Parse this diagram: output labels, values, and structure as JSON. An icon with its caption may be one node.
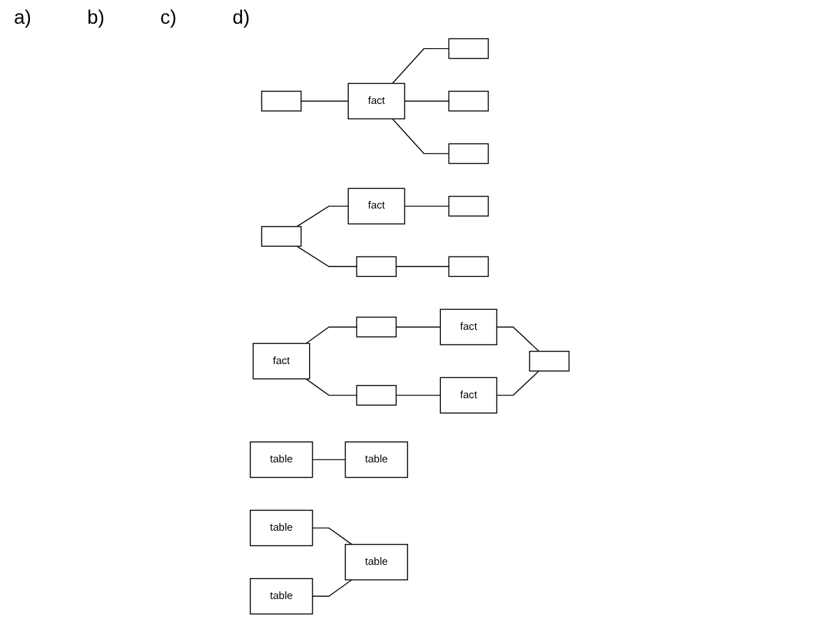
{
  "diagram": {
    "nodes": [
      {
        "text": [],
        "shape": "box"
      },
      {
        "text": [
          "fact"
        ]
      },
      {
        "text": [],
        "shape": "box"
      },
      {
        "text": [],
        "shape": "box"
      },
      {
        "text": [],
        "shape": "box"
      },
      {
        "text": [],
        "shape": "box"
      },
      {
        "text": [
          "fact"
        ]
      },
      {
        "text": [],
        "shape": "box"
      },
      {
        "text": [],
        "shape": "box"
      },
      {
        "text": [],
        "shape": "box"
      },
      {
        "text": [
          "fact"
        ]
      },
      {
        "text": [],
        "shape": "box"
      },
      {
        "text": [
          "fact"
        ]
      },
      {
        "text": [],
        "shape": "box"
      },
      {
        "text": [
          "fact"
        ]
      },
      {
        "text": [],
        "shape": "box"
      },
      {
        "text": [
          "table"
        ]
      },
      {
        "text": [
          "table"
        ]
      },
      {
        "text": [
          "table"
        ]
      },
      {
        "text": [
          "table"
        ]
      },
      {
        "text": [
          "table"
        ]
      }
    ],
    "edges": [
      {
        "from": 0,
        "to": 1,
        "arrow": "none"
      },
      {
        "from": 1,
        "to": 2,
        "arrow": "none"
      },
      {
        "from": 1,
        "to": 3,
        "arrow": "none"
      },
      {
        "from": 1,
        "to": 4,
        "arrow": "none"
      },
      {
        "from": 5,
        "to": 6,
        "arrow": "none"
      },
      {
        "from": 6,
        "to": 7,
        "arrow": "none"
      },
      {
        "from": 5,
        "to": 8,
        "arrow": "none"
      },
      {
        "from": 8,
        "to": 9,
        "arrow": "none"
      },
      {
        "from": 10,
        "to": 11,
        "arrow": "none"
      },
      {
        "from": 11,
        "to": 12,
        "arrow": "none"
      },
      {
        "from": 10,
        "to": 13,
        "arrow": "none"
      },
      {
        "from": 12,
        "to": 15,
        "arrow": "none"
      },
      {
        "from": 13,
        "to": 14,
        "arrow": "none"
      },
      {
        "from": 14,
        "to": 15,
        "arrow": "none"
      },
      {
        "from": 16,
        "to": 17,
        "arrow": "none"
      },
      {
        "from": 18,
        "to": 20,
        "arrow": "none"
      },
      {
        "from": 19,
        "to": 20,
        "arrow": "none"
      }
    ],
    "labels": [
      "a)",
      "b)",
      "c)",
      "d)"
    ]
  }
}
